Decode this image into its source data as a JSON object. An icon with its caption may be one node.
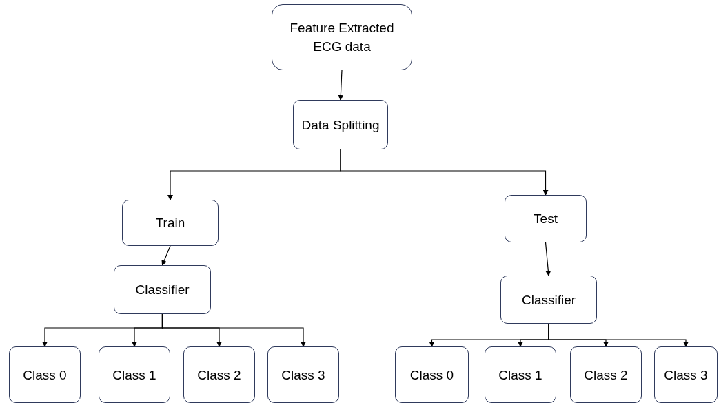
{
  "diagram": {
    "nodes": [
      {
        "text": [
          "Feature Extracted ECG data"
        ]
      },
      {
        "text": [
          "Data Splitting"
        ]
      },
      {
        "text": [
          "Train"
        ]
      },
      {
        "text": [
          "Test"
        ]
      },
      {
        "text": [
          "Classifier"
        ]
      },
      {
        "text": [
          "Classifier"
        ]
      },
      {
        "text": [
          "Class 0"
        ]
      },
      {
        "text": [
          "Class 1"
        ]
      },
      {
        "text": [
          "Class 2"
        ]
      },
      {
        "text": [
          "Class 3"
        ]
      },
      {
        "text": [
          "Class 0"
        ]
      },
      {
        "text": [
          "Class 1"
        ]
      },
      {
        "text": [
          "Class 2"
        ]
      },
      {
        "text": [
          "Class 3"
        ]
      }
    ],
    "edges": [
      {
        "from": 0,
        "to": 1,
        "arrow": "to"
      },
      {
        "from": 1,
        "to": 2,
        "arrow": "to"
      },
      {
        "from": 1,
        "to": 3,
        "arrow": "to"
      },
      {
        "from": 2,
        "to": 4,
        "arrow": "to"
      },
      {
        "from": 3,
        "to": 5,
        "arrow": "to"
      },
      {
        "from": 4,
        "to": 6,
        "arrow": "to"
      },
      {
        "from": 4,
        "to": 7,
        "arrow": "to"
      },
      {
        "from": 4,
        "to": 8,
        "arrow": "to"
      },
      {
        "from": 4,
        "to": 9,
        "arrow": "to"
      },
      {
        "from": 5,
        "to": 10,
        "arrow": "to"
      },
      {
        "from": 5,
        "to": 11,
        "arrow": "to"
      },
      {
        "from": 5,
        "to": 12,
        "arrow": "to"
      },
      {
        "from": 5,
        "to": 13,
        "arrow": "to"
      }
    ]
  }
}
